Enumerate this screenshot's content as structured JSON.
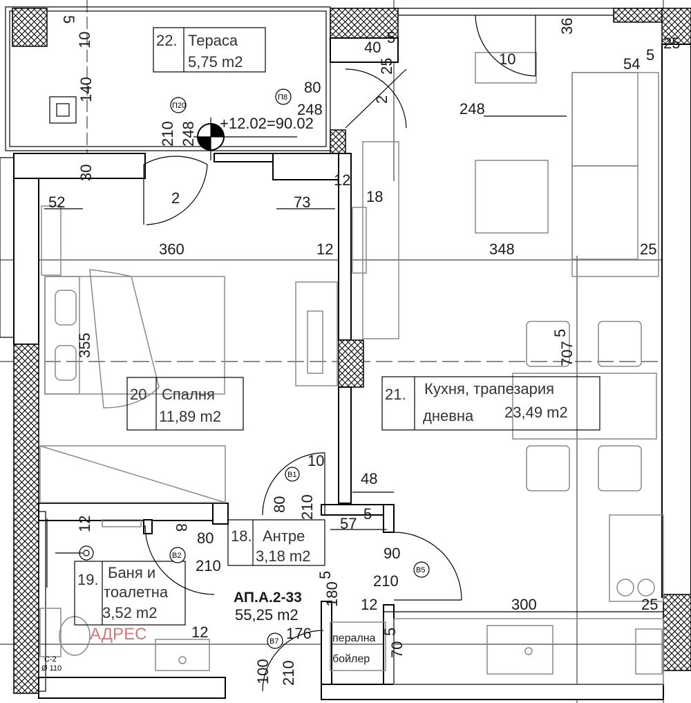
{
  "rooms": {
    "terrace": {
      "num": "22.",
      "name": "Тераса",
      "area": "5,75 m2"
    },
    "bedroom": {
      "num": "20",
      "name": "Спалня",
      "area": "11,89 m2"
    },
    "kitchen": {
      "num": "21.",
      "name_line1": "Кухня, трапезария",
      "name_line2": "дневна",
      "area": "23,49 m2"
    },
    "hall": {
      "num": "18.",
      "name": "Антре",
      "area": "3,18 m2"
    },
    "bath": {
      "num": "19.",
      "name_line1": "Баня и",
      "name_line2": "тоалетна",
      "area": "3,52 m2"
    },
    "laundry": {
      "line1": "перална",
      "line2": "бойлер"
    }
  },
  "apartment": {
    "code": "АП.А.2-33",
    "area": "55,25 m2"
  },
  "level": "+12.02=90.02",
  "watermark": "АДРЕС",
  "door_tags": {
    "p20": "П20",
    "p8": "П8",
    "b1": "В1",
    "b2": "В2",
    "b5": "В5",
    "b7": "В7",
    "c2": "С-2"
  },
  "dims": {
    "d5": "5",
    "d10a": "10",
    "d140": "140",
    "d210a": "210",
    "d248a": "248",
    "d2a": "2",
    "d30": "30",
    "d80a": "80",
    "d248b": "248",
    "d2b": "2",
    "d40": "40",
    "d5b": "5",
    "d25a": "25",
    "d36": "36",
    "d10b": "10",
    "d248c": "248",
    "d54": "54",
    "d5c": "5",
    "d25b": "25",
    "d52": "52",
    "d73": "73",
    "d12a": "12",
    "d18": "18",
    "d360": "360",
    "d12b": "12",
    "d348": "348",
    "d25c": "25",
    "d355": "355",
    "d707": "707",
    "d5d": "5",
    "d10c": "10",
    "d80b": "80",
    "d210b": "210",
    "d48": "48",
    "d12c": "12",
    "d8": "8",
    "d80c": "80",
    "d210c": "210",
    "d57": "57",
    "d5e": "5",
    "d90": "90",
    "d210d": "210",
    "d180": "180",
    "d5f": "5",
    "d12d": "12",
    "d300": "300",
    "d25d": "25",
    "d12e": "12",
    "d176": "176",
    "d70": "70",
    "d5g": "5",
    "d100": "100",
    "d210e": "210",
    "d110": "Ø 110"
  }
}
